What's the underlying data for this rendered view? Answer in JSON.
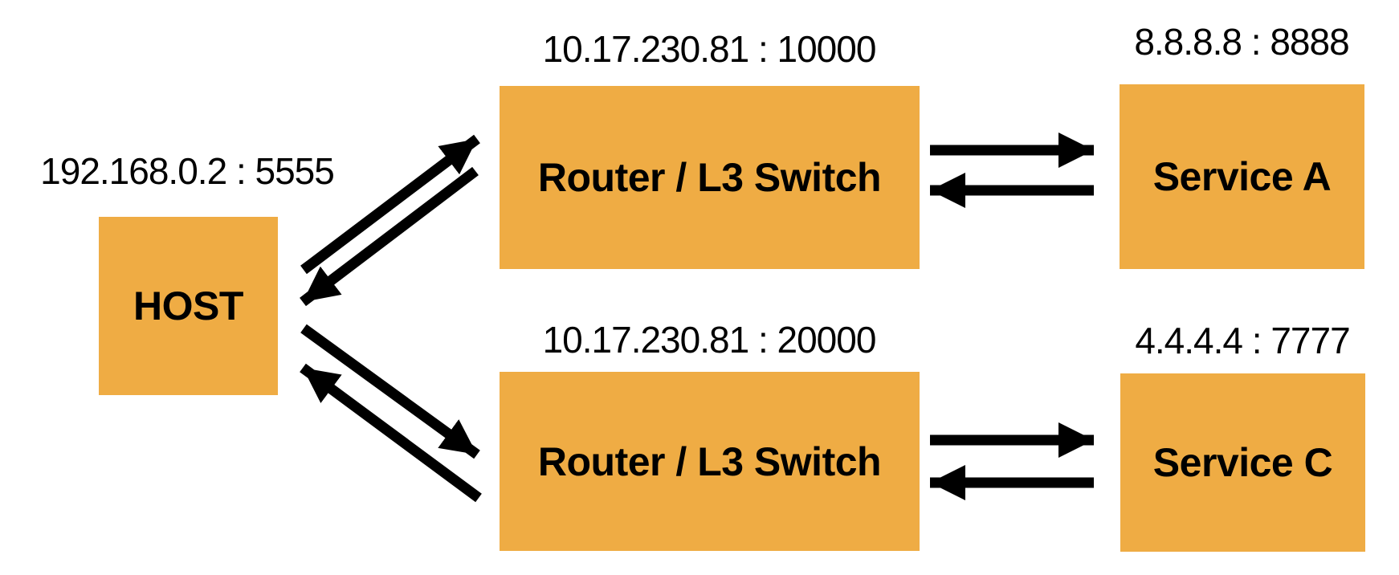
{
  "colors": {
    "node_fill": "#EFAC44",
    "arrow": "#000000",
    "text": "#000000",
    "background": "#FFFFFF"
  },
  "nodes": {
    "host": {
      "label": "HOST",
      "address": "192.168.0.2 : 5555"
    },
    "router1": {
      "label": "Router / L3 Switch",
      "address": "10.17.230.81 : 10000"
    },
    "router2": {
      "label": "Router / L3 Switch",
      "address": "10.17.230.81 : 20000"
    },
    "service_a": {
      "label": "Service A",
      "address": "8.8.8.8 : 8888"
    },
    "service_c": {
      "label": "Service C",
      "address": "4.4.4.4 : 7777"
    }
  },
  "connections": [
    {
      "from": "HOST (192.168.0.2 : 5555)",
      "to": "Router / L3 Switch (10.17.230.81 : 10000)",
      "bidirectional": true
    },
    {
      "from": "HOST (192.168.0.2 : 5555)",
      "to": "Router / L3 Switch (10.17.230.81 : 20000)",
      "bidirectional": true
    },
    {
      "from": "Router / L3 Switch (10.17.230.81 : 10000)",
      "to": "Service A (8.8.8.8 : 8888)",
      "bidirectional": true
    },
    {
      "from": "Router / L3 Switch (10.17.230.81 : 20000)",
      "to": "Service C (4.4.4.4 : 7777)",
      "bidirectional": true
    }
  ]
}
